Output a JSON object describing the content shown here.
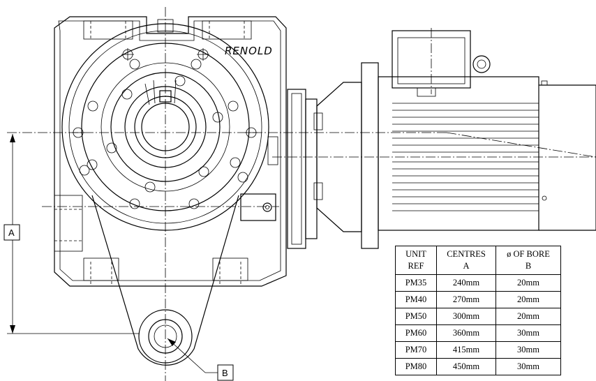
{
  "drawing": {
    "brand": "RENOLD",
    "dimension_a_label": "A",
    "dimension_b_label": "B"
  },
  "table": {
    "headers": [
      {
        "line1": "UNIT",
        "line2": "REF"
      },
      {
        "line1": "CENTRES",
        "line2": "A"
      },
      {
        "line1": "ø OF BORE",
        "line2": "B"
      }
    ],
    "rows": [
      {
        "ref": "PM35",
        "centres": "240mm",
        "bore": "20mm"
      },
      {
        "ref": "PM40",
        "centres": "270mm",
        "bore": "20mm"
      },
      {
        "ref": "PM50",
        "centres": "300mm",
        "bore": "20mm"
      },
      {
        "ref": "PM60",
        "centres": "360mm",
        "bore": "30mm"
      },
      {
        "ref": "PM70",
        "centres": "415mm",
        "bore": "30mm"
      },
      {
        "ref": "PM80",
        "centres": "450mm",
        "bore": "30mm"
      }
    ]
  }
}
